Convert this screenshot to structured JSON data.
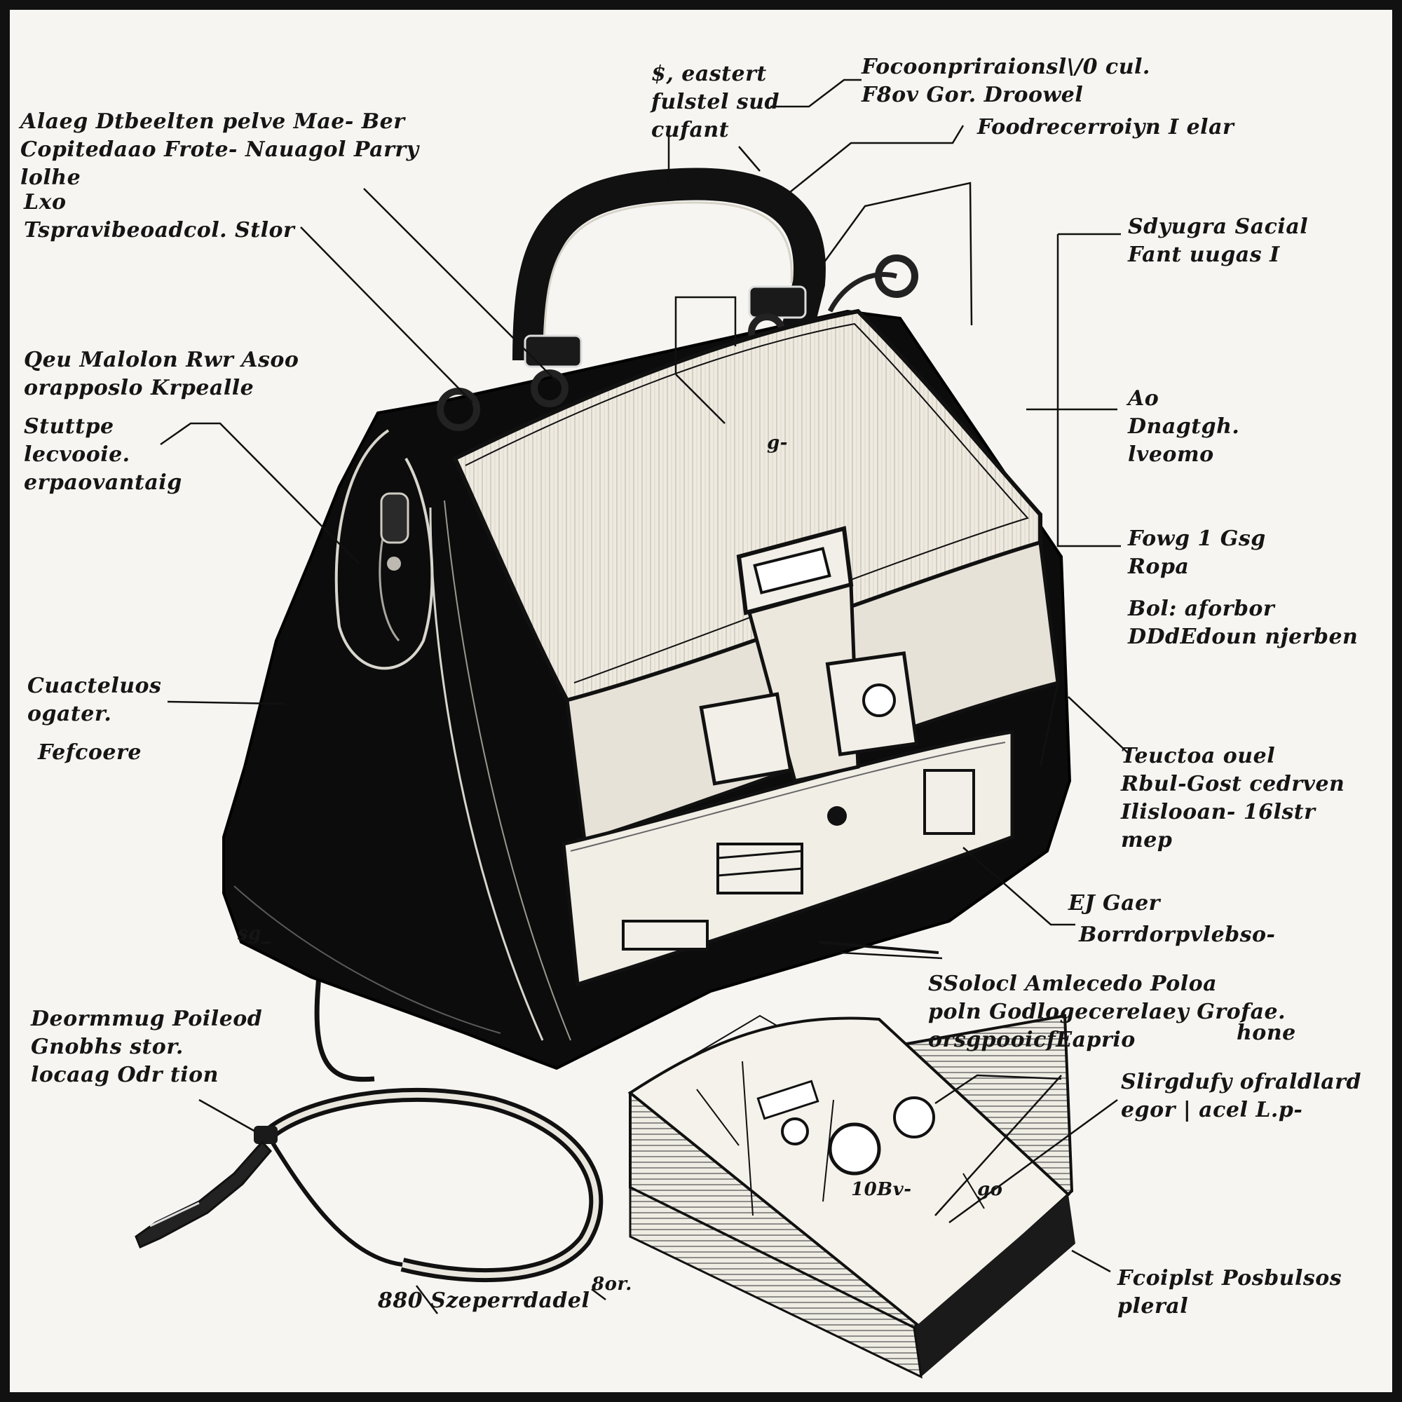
{
  "labels": {
    "top_center": "$, eastert\nfulstel sud\ncufant",
    "top_right_1": "Focoonpriraionsl\\/0 cul.\nF8ov Gor. Droowel",
    "top_right_2": "Foodrecerroiyn I elar",
    "top_left_1": "Alaeg Dtbeelten pelve Mae- Ber\nCopitedaao Frote- Nauagol Parry\nlolhe",
    "top_left_2": "Lxo\nTspravibeoadcol. Stlor",
    "mid_left_1": "Qeu Malolon Rwr Asoo\norapposlo Krpealle",
    "mid_left_2": "Stuttpe\nlecvooie.\nerpaovantaig",
    "mid_left_3": "Cuacteluos\nogater.",
    "mid_left_4": "Fefcoere",
    "right_1": "Sdyugra Sacial\nFant uugas I",
    "right_2": "Ao\nDnagtgh.\nlveomo",
    "right_3": "Fowg 1 Gsg\nRopa",
    "right_4": "Bol: aforbor\nDDdEdoun njerben",
    "right_5": "Teuctoa ouel\nRbul-Gost cedrven\nIlislooan- 16lstr\nmep",
    "right_6": "EJ Gaer",
    "right_7": "Borrdorpvlebso-",
    "lower_right_1": "SSolocl Amlecedo Poloa\npoln Godlogecerelaey Grofae.\norsgpooicfEaprio",
    "lower_right_1_suffix": "hone",
    "lower_right_2": "Slirgdufy ofraldlard\negor | acel L.p-",
    "lower_right_3": "Fcoiplst Posbulsos\npleral",
    "book_1": "10Bv-",
    "book_2": "go",
    "left_small": "sg_",
    "lower_left": "Deormmug Poileod\nGnobhs stor.\nlocaag Odr tion",
    "bottom_1": "880 Szeperrdadel",
    "bottom_2": "8or.",
    "bag_mark": "g-"
  }
}
